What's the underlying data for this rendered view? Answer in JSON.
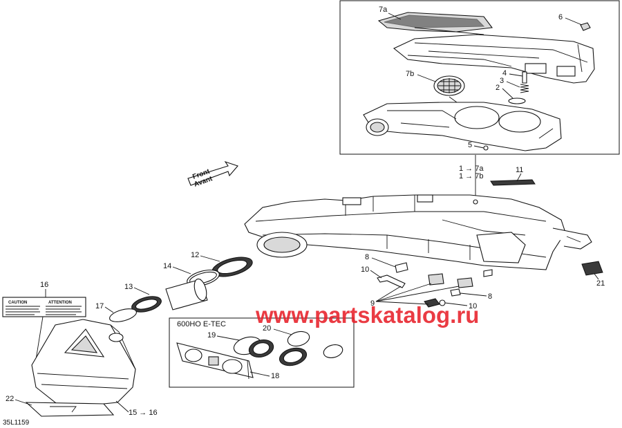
{
  "diagram": {
    "watermark": "www.partskatalog.ru",
    "reference_code": "35L1159",
    "front_arrow": {
      "line1": "Front",
      "line2": "Avant"
    },
    "inset_box_label": "600HO E-TEC",
    "callouts": {
      "c7a": "7a",
      "c6": "6",
      "c7b": "7b",
      "c4": "4",
      "c3": "3",
      "c2": "2",
      "c5": "5",
      "c1to7a": "1 → 7a",
      "c1to7b": "1 → 7b",
      "c11": "11",
      "c12": "12",
      "c14": "14",
      "c13": "13",
      "c17": "17",
      "c16": "16",
      "c8a": "8",
      "c10a": "10",
      "c9": "9",
      "c8b": "8",
      "c10b": "10",
      "c21": "21",
      "c20": "20",
      "c19": "19",
      "c18": "18",
      "c22": "22",
      "c15to16": "15 → 16"
    },
    "labels": {
      "caution_title": "CAUTION",
      "attention_title": "ATTENTION"
    }
  }
}
